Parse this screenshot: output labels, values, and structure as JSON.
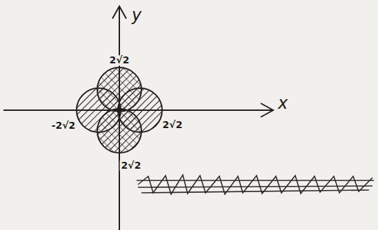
{
  "diagram": {
    "labels": [
      "y",
      "x",
      "2√2",
      "2√2",
      "-2√2",
      "2√2"
    ]
  }
}
